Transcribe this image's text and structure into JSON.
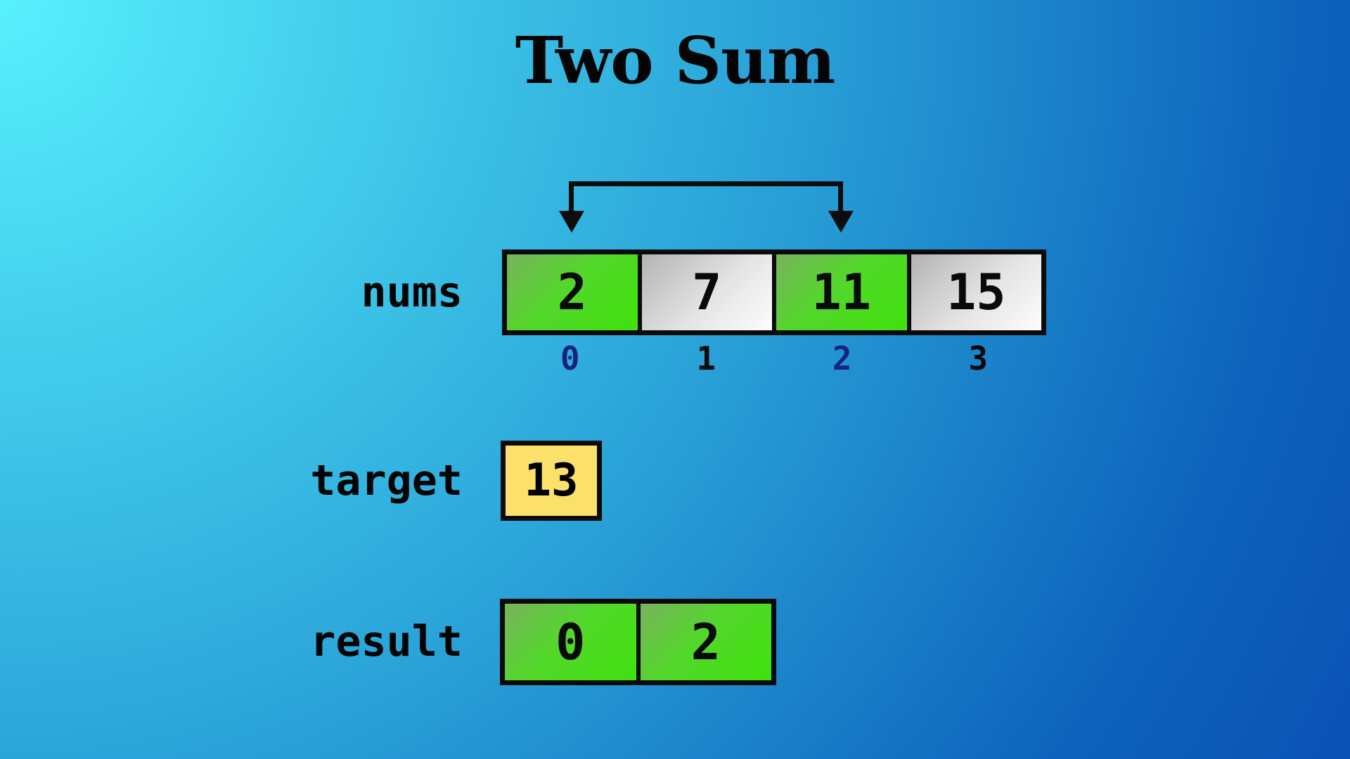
{
  "title": "Two Sum",
  "nums": {
    "label": "nums",
    "cells": [
      {
        "value": "2",
        "variant": "green"
      },
      {
        "value": "7",
        "variant": "white"
      },
      {
        "value": "11",
        "variant": "green"
      },
      {
        "value": "15",
        "variant": "white"
      }
    ],
    "indices": [
      {
        "value": "0",
        "highlight": true
      },
      {
        "value": "1",
        "highlight": false
      },
      {
        "value": "2",
        "highlight": true
      },
      {
        "value": "3",
        "highlight": false
      }
    ]
  },
  "arrow": {
    "from_index": "0",
    "to_index": "2"
  },
  "target": {
    "label": "target",
    "value": "13"
  },
  "result": {
    "label": "result",
    "cells": [
      {
        "value": "0",
        "variant": "green"
      },
      {
        "value": "2",
        "variant": "green"
      }
    ]
  },
  "colors": {
    "background_start": "#58f0fd",
    "background_end": "#0a51b4",
    "green_cell_start": "#79b35e",
    "green_cell_end": "#3fe20c",
    "white_cell_start": "#b3b3b3",
    "white_cell_end": "#fdfdfd",
    "target_fill": "#fbe169",
    "index_highlight": "#16247f",
    "line": "#0a0a0a"
  }
}
